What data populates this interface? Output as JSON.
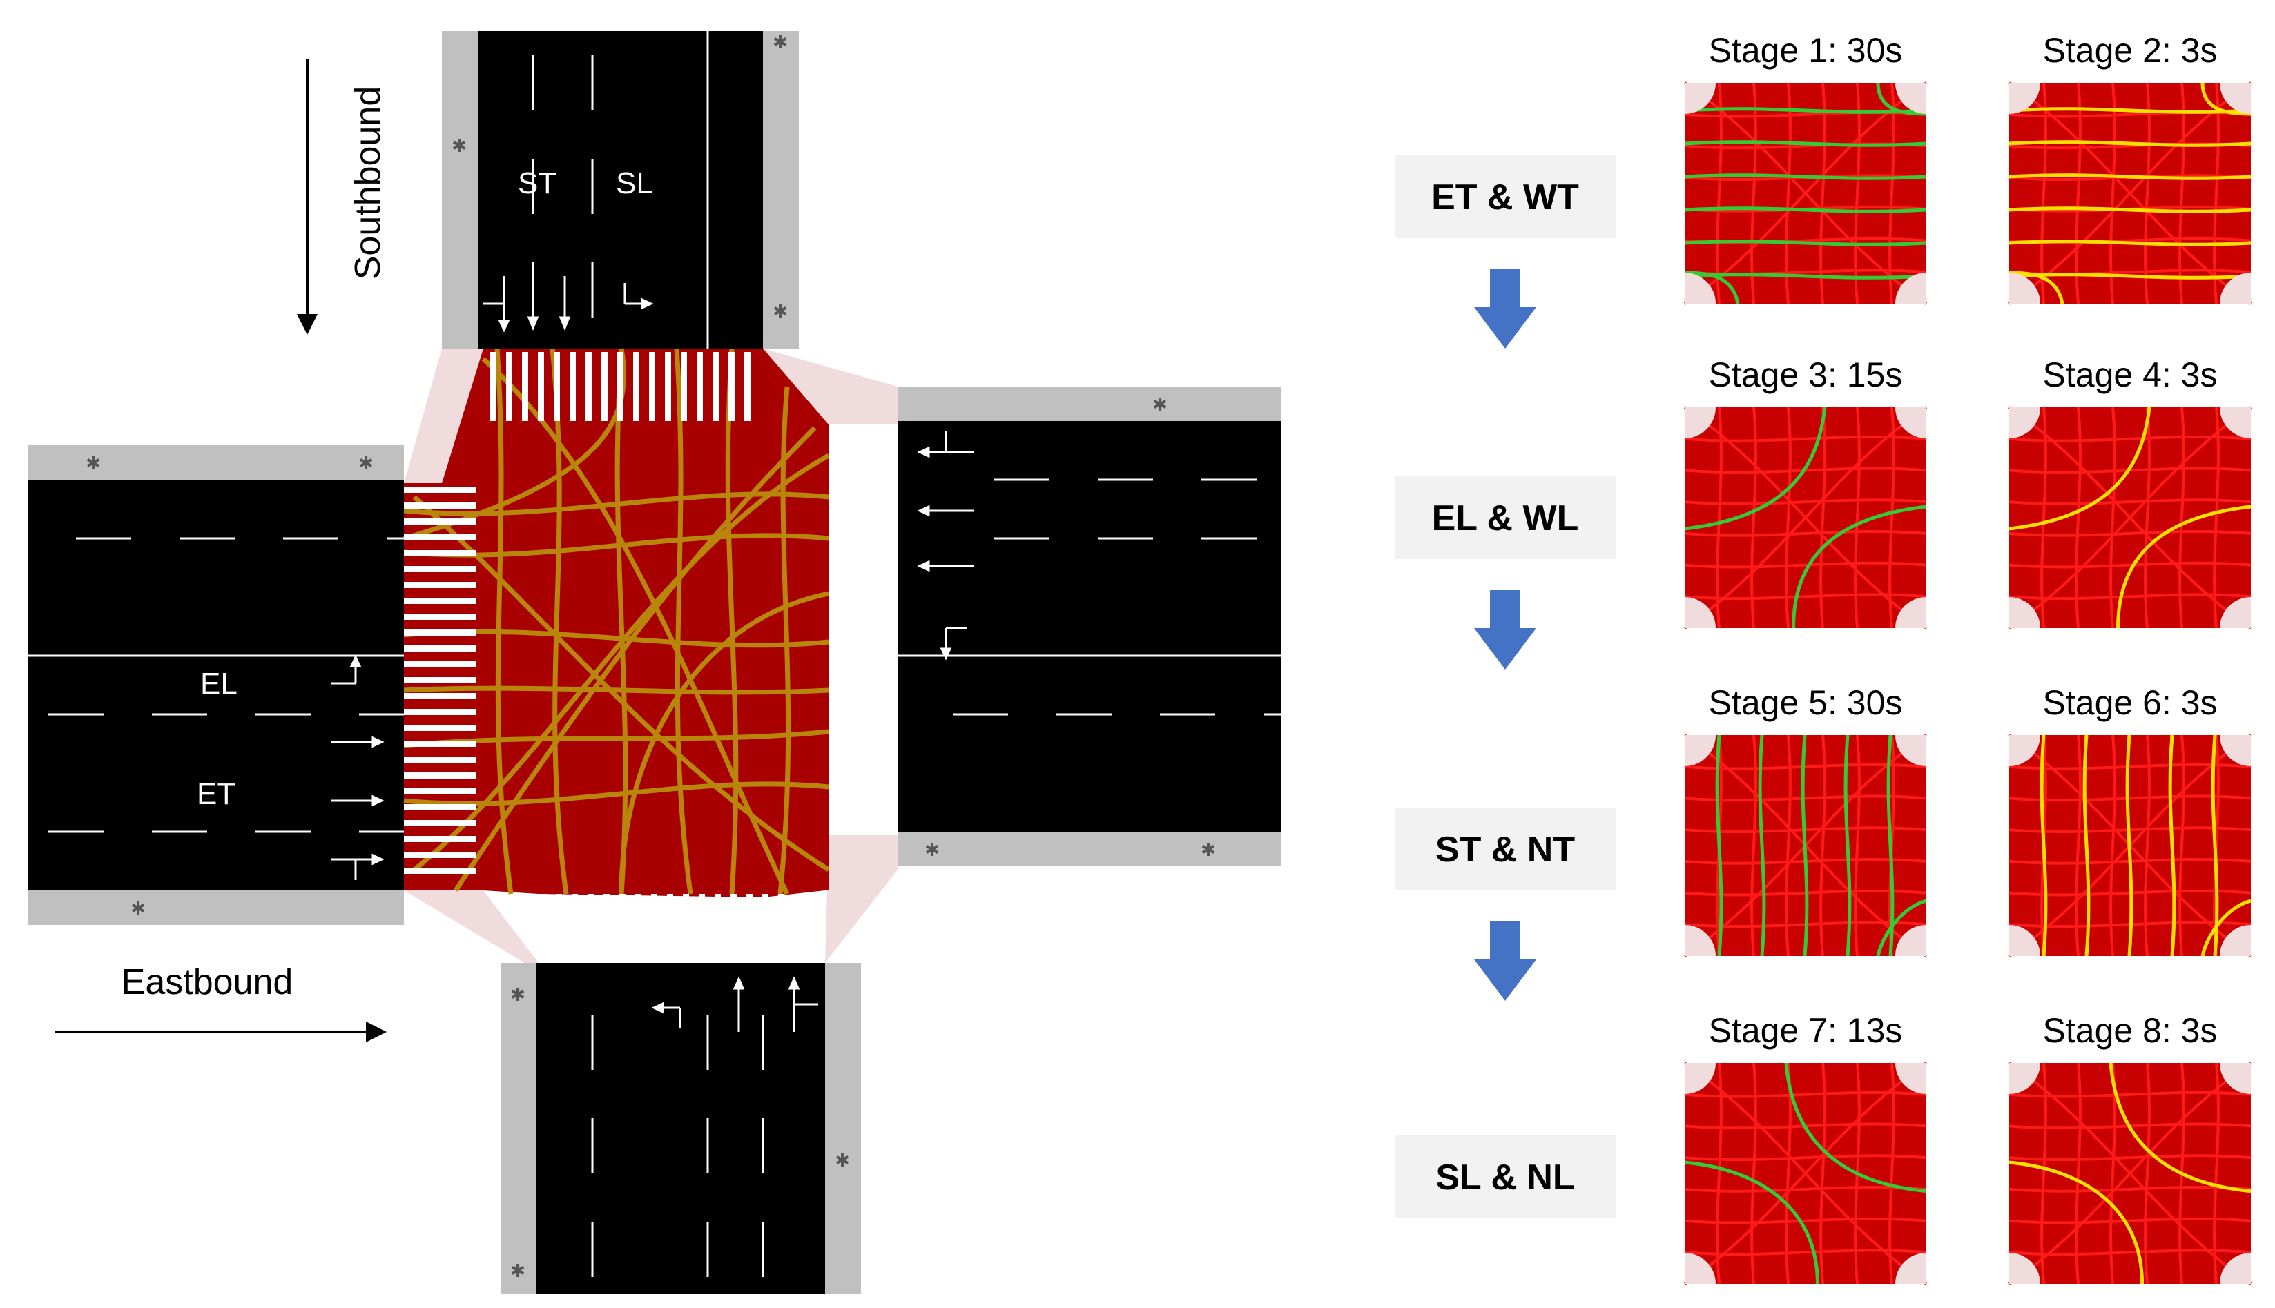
{
  "intersection": {
    "direction_labels": {
      "southbound": "Southbound",
      "eastbound": "Eastbound"
    },
    "lane_labels": {
      "south_through": "ST",
      "south_left": "SL",
      "east_left": "EL",
      "east_through": "ET"
    }
  },
  "phases": [
    {
      "label": "ET & WT"
    },
    {
      "label": "EL & WL"
    },
    {
      "label": "ST & NT"
    },
    {
      "label": "SL & NL"
    }
  ],
  "stages": [
    {
      "title": "Stage 1: 30s",
      "signal": "green",
      "movement": "through-ew"
    },
    {
      "title": "Stage 2: 3s",
      "signal": "yellow",
      "movement": "through-ew"
    },
    {
      "title": "Stage 3: 15s",
      "signal": "green",
      "movement": "left-ew"
    },
    {
      "title": "Stage 4: 3s",
      "signal": "yellow",
      "movement": "left-ew"
    },
    {
      "title": "Stage 5: 30s",
      "signal": "green",
      "movement": "through-ns"
    },
    {
      "title": "Stage 6: 3s",
      "signal": "yellow",
      "movement": "through-ns"
    },
    {
      "title": "Stage 7: 13s",
      "signal": "green",
      "movement": "left-ns"
    },
    {
      "title": "Stage 8: 3s",
      "signal": "yellow",
      "movement": "left-ns"
    }
  ],
  "colors": {
    "road": "#000000",
    "sidewalk": "#c0c0c0",
    "junction": "#a80000",
    "junction_paths": "#b8860b",
    "stage_background": "#c80000",
    "stage_grid": "#ff1a1a",
    "green": "#33cc33",
    "yellow": "#ffe000",
    "phase_box": "#f2f2f2",
    "phase_arrow": "#4472c4",
    "corner": "#f0dcdc"
  }
}
